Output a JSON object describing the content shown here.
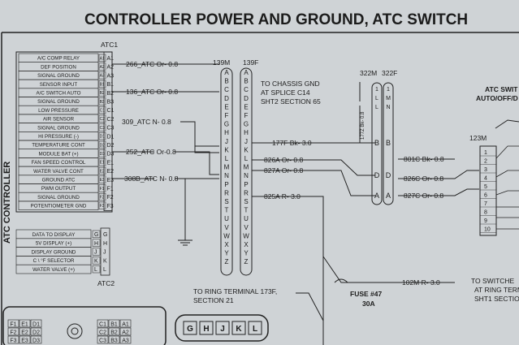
{
  "title": "CONTROLLER POWER AND GROUND, ATC SWITCH",
  "side_label": "ATC CONTROLLER",
  "atc1": {
    "label": "ATC1",
    "pins": [
      {
        "desc": "A/C COMP RELAY",
        "code": "A1",
        "pin": "A1"
      },
      {
        "desc": "DEF POSITION",
        "code": "A2",
        "pin": "A2"
      },
      {
        "desc": "SIGNAL GROUND",
        "code": "A3",
        "pin": "A3"
      },
      {
        "desc": "SENSOR INPUT",
        "code": "B1",
        "pin": "B1"
      },
      {
        "desc": "A/C SWITCH AUTO",
        "code": "B2",
        "pin": "B2"
      },
      {
        "desc": "SIGNAL GROUND",
        "code": "B3",
        "pin": "B3"
      },
      {
        "desc": "LOW PRESSURE",
        "code": "C1",
        "pin": "C1"
      },
      {
        "desc": "AIR SENSOR",
        "code": "C2",
        "pin": "C2"
      },
      {
        "desc": "SIGNAL GROUND",
        "code": "C3",
        "pin": "C3"
      },
      {
        "desc": "HI PRESSURE (-)",
        "code": "D1",
        "pin": "D1"
      },
      {
        "desc": "TEMPERATURE CONT",
        "code": "D2",
        "pin": "D2"
      },
      {
        "desc": "MODULE BAT (+)",
        "code": "D3",
        "pin": "D3"
      },
      {
        "desc": "FAN SPEED CONTROL",
        "code": "E1",
        "pin": "E1"
      },
      {
        "desc": "WATER VALVE CONT",
        "code": "E2",
        "pin": "E2"
      },
      {
        "desc": "GROUND ATC",
        "code": "E3",
        "pin": "E3"
      },
      {
        "desc": "PWM OUTPUT",
        "code": "F1",
        "pin": "F1"
      },
      {
        "desc": "SIGNAL GROUND",
        "code": "F2",
        "pin": "F2"
      },
      {
        "desc": "POTENTIOMETER GND",
        "code": "F3",
        "pin": "F3"
      }
    ]
  },
  "atc2": {
    "label": "ATC2",
    "pins": [
      {
        "desc": "DATA TO DISPLAY",
        "code": "G",
        "pin": "G"
      },
      {
        "desc": "5V DISPLAY (+)",
        "code": "H",
        "pin": "H"
      },
      {
        "desc": "DISPLAY GROUND",
        "code": "J",
        "pin": "J"
      },
      {
        "desc": "C \\ °F SELECTOR",
        "code": "K",
        "pin": "K"
      },
      {
        "desc": "WATER VALVE (+)",
        "code": "L",
        "pin": "L"
      }
    ]
  },
  "wires_left": [
    {
      "text": "266_ATC  Or- 0.8"
    },
    {
      "text": "136_ATC  Or- 0.8"
    },
    {
      "text": "309_ATC  N- 0.8"
    },
    {
      "text": "252_ATC  Or-0.8"
    },
    {
      "text": "308B_ATC  N- 0.8"
    }
  ],
  "conn_139": {
    "m": "139M",
    "f": "139F",
    "pins": [
      "A",
      "B",
      "C",
      "D",
      "E",
      "F",
      "G",
      "H",
      "J",
      "K",
      "L",
      "M",
      "N",
      "P",
      "R",
      "S",
      "T",
      "U",
      "V",
      "W",
      "X",
      "Y",
      "Z"
    ]
  },
  "wires_right": [
    {
      "text": "177F  Bk- 3.0"
    },
    {
      "text": "826A  Or- 0.8"
    },
    {
      "text": "827A  Or- 0.8"
    },
    {
      "text": "825A  R- 3.0"
    }
  ],
  "chassis_note": [
    "TO CHASSIS GND",
    "AT SPLICE C14",
    "SHT2 SECTION 65"
  ],
  "conn_322": {
    "m": "322M",
    "f": "322F",
    "top_left": [
      "1",
      "L",
      "L"
    ],
    "top_right": [
      "1",
      "M",
      "N"
    ],
    "pins": [
      "B",
      "D",
      "A"
    ],
    "vwire": "177Z  Bk- 0.8"
  },
  "wires_322": [
    {
      "text": "801C  Bk- 0.8"
    },
    {
      "text": "826C  Or- 0.8"
    },
    {
      "text": "827C  Or- 0.8"
    }
  ],
  "conn_123": {
    "label": "123M",
    "pins": [
      "1",
      "2",
      "3",
      "4",
      "5",
      "6",
      "7",
      "8",
      "9",
      "10"
    ]
  },
  "atc_switch": [
    "ATC SWIT",
    "AUTO/OFF/D"
  ],
  "fuse": {
    "name": "FUSE #47",
    "rating": "30A"
  },
  "fuse_wire": "102M  R- 3.0",
  "switch_note": [
    "TO SWITCHE",
    "AT RING TERM",
    "SHT1 SECTIO"
  ],
  "ring_note": [
    "TO RING TERMINAL 173F,",
    "SECTION 21"
  ],
  "bottom_conn": {
    "pins": [
      "G",
      "H",
      "J",
      "K",
      "L"
    ]
  },
  "bottom_left_grid": [
    "F1",
    "E1",
    "D1",
    "F2",
    "E2",
    "D2",
    "F3",
    "E3",
    "D3"
  ],
  "bottom_mid_grid": [
    "C1",
    "B1",
    "A1",
    "C2",
    "B2",
    "A2",
    "C3",
    "B3",
    "A3"
  ]
}
